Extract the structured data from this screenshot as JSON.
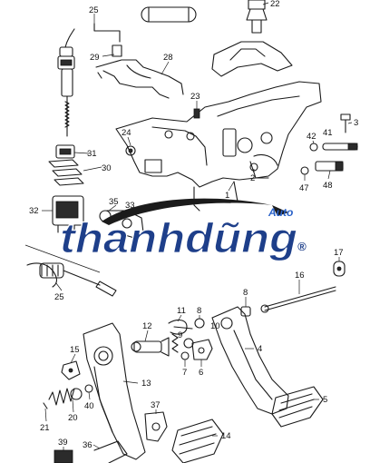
{
  "diagram": {
    "callouts": [
      {
        "id": "c25a",
        "text": "25"
      },
      {
        "id": "c22",
        "text": "22"
      },
      {
        "id": "c29",
        "text": "29"
      },
      {
        "id": "c28",
        "text": "28"
      },
      {
        "id": "c23",
        "text": "23"
      },
      {
        "id": "c3",
        "text": "3"
      },
      {
        "id": "c24",
        "text": "24"
      },
      {
        "id": "c2",
        "text": "2"
      },
      {
        "id": "c42",
        "text": "42"
      },
      {
        "id": "c41",
        "text": "41"
      },
      {
        "id": "c31",
        "text": "31"
      },
      {
        "id": "c30",
        "text": "30"
      },
      {
        "id": "c1",
        "text": "1"
      },
      {
        "id": "c47",
        "text": "47"
      },
      {
        "id": "c48",
        "text": "48"
      },
      {
        "id": "c35",
        "text": "35"
      },
      {
        "id": "c33",
        "text": "33"
      },
      {
        "id": "c32",
        "text": "32"
      },
      {
        "id": "c17",
        "text": "17"
      },
      {
        "id": "c16",
        "text": "16"
      },
      {
        "id": "c25b",
        "text": "25"
      },
      {
        "id": "c8a",
        "text": "8"
      },
      {
        "id": "c11",
        "text": "11"
      },
      {
        "id": "c8b",
        "text": "8"
      },
      {
        "id": "c12",
        "text": "12"
      },
      {
        "id": "c9",
        "text": "9"
      },
      {
        "id": "c10",
        "text": "10"
      },
      {
        "id": "c4",
        "text": "4"
      },
      {
        "id": "c15",
        "text": "15"
      },
      {
        "id": "c7",
        "text": "7"
      },
      {
        "id": "c6",
        "text": "6"
      },
      {
        "id": "c13",
        "text": "13"
      },
      {
        "id": "c40",
        "text": "40"
      },
      {
        "id": "c5",
        "text": "5"
      },
      {
        "id": "c20",
        "text": "20"
      },
      {
        "id": "c37",
        "text": "37"
      },
      {
        "id": "c21",
        "text": "21"
      },
      {
        "id": "c14",
        "text": "14"
      },
      {
        "id": "c39",
        "text": "39"
      },
      {
        "id": "c36",
        "text": "36"
      }
    ]
  },
  "watermark": {
    "brand": "thanhdũng",
    "suffix": "Auto",
    "mark": "®",
    "colors": {
      "brand": "#1e3f8a",
      "accent": "#2a62c9",
      "swoosh": "#1b1b1b"
    }
  }
}
